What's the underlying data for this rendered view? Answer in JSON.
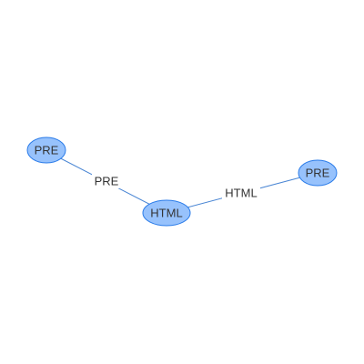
{
  "graph": {
    "colors": {
      "node_fill": "#97c2fc",
      "node_border": "#2b7ce9",
      "edge": "#4a86d4",
      "label_text": "#343434",
      "background": "#ffffff"
    },
    "nodes": [
      {
        "id": "n1",
        "label": "PRE"
      },
      {
        "id": "n2",
        "label": "HTML"
      },
      {
        "id": "n3",
        "label": "PRE"
      }
    ],
    "edges": [
      {
        "from": "n1",
        "to": "n2",
        "label": "PRE"
      },
      {
        "from": "n2",
        "to": "n3",
        "label": "HTML"
      }
    ]
  }
}
